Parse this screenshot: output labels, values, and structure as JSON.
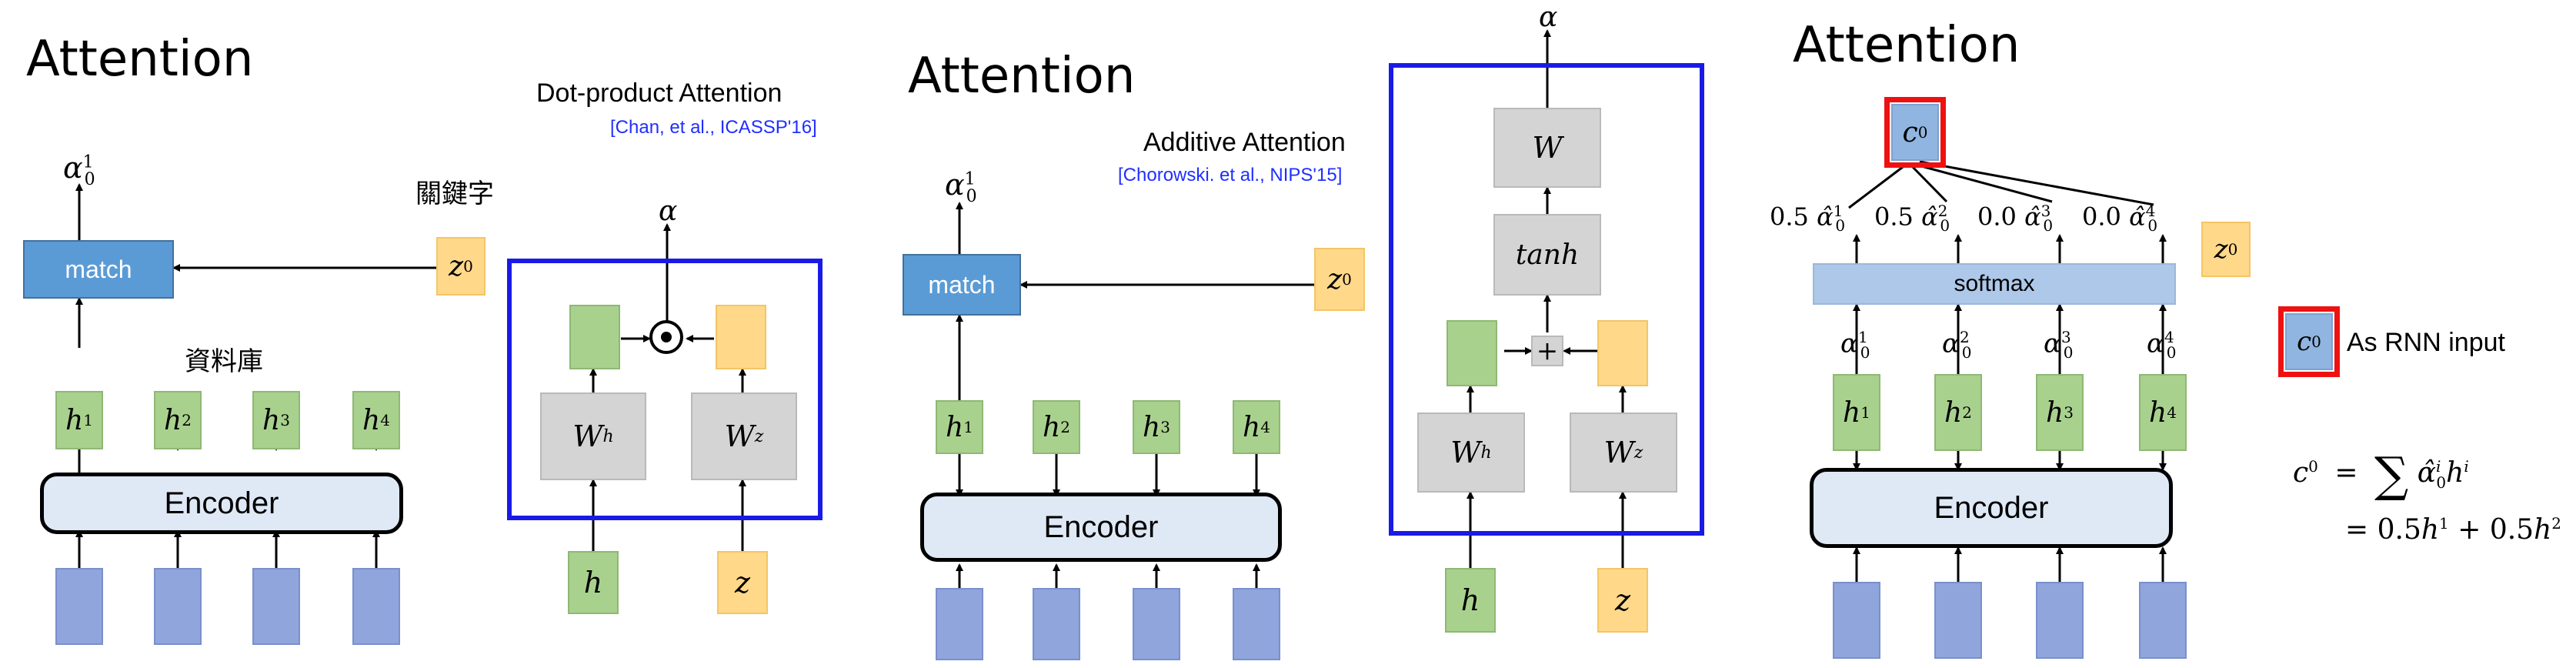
{
  "panel1": {
    "title": "Attention",
    "alpha_label": "α",
    "alpha_sup": "1",
    "alpha_sub": "0",
    "match_label": "match",
    "z_label": "z",
    "z_sup": "0",
    "query_cjk": "關鍵字",
    "db_cjk": "資料庫",
    "hidden": [
      {
        "b": "h",
        "s": "1"
      },
      {
        "b": "h",
        "s": "2"
      },
      {
        "b": "h",
        "s": "3"
      },
      {
        "b": "h",
        "s": "4"
      }
    ],
    "encoder_label": "Encoder"
  },
  "dot": {
    "title": "Dot-product Attention",
    "cite": "[Chan, et al., ICASSP'16]",
    "alpha": "α",
    "wh_b": "W",
    "wh_s": "h",
    "wz_b": "W",
    "wz_s": "z",
    "h": "h",
    "z": "z"
  },
  "panel2": {
    "title": "Attention",
    "alpha_label": "α",
    "alpha_sup": "1",
    "alpha_sub": "0",
    "match_label": "match",
    "z_label": "z",
    "z_sup": "0",
    "hidden": [
      {
        "b": "h",
        "s": "1"
      },
      {
        "b": "h",
        "s": "2"
      },
      {
        "b": "h",
        "s": "3"
      },
      {
        "b": "h",
        "s": "4"
      }
    ],
    "encoder_label": "Encoder"
  },
  "add": {
    "title": "Additive Attention",
    "cite": "[Chorowski. et al., NIPS'15]",
    "alpha": "α",
    "w": "W",
    "tanh": "tanh",
    "plus": "+",
    "wh_b": "W",
    "wh_s": "h",
    "wz_b": "W",
    "wz_s": "z",
    "h": "h",
    "z": "z"
  },
  "panel3": {
    "title": "Attention",
    "c_b": "c",
    "c_s": "0",
    "weights": [
      {
        "v": "0.5",
        "i": "1"
      },
      {
        "v": "0.5",
        "i": "2"
      },
      {
        "v": "0.0",
        "i": "3"
      },
      {
        "v": "0.0",
        "i": "4"
      }
    ],
    "hat_alpha": "α̂",
    "alpha": "α",
    "alpha_sub": "0",
    "softmax_label": "softmax",
    "z_label": "z",
    "z_sup": "0",
    "hidden": [
      {
        "b": "h",
        "s": "1"
      },
      {
        "b": "h",
        "s": "2"
      },
      {
        "b": "h",
        "s": "3"
      },
      {
        "b": "h",
        "s": "4"
      }
    ],
    "encoder_label": "Encoder",
    "legend_c_b": "c",
    "legend_c_s": "0",
    "legend_text": "As RNN input",
    "eq1_lhs_b": "c",
    "eq1_lhs_s": "0",
    "eq1_eq": "=",
    "eq1_sum": "∑",
    "eq1_term_b": "α̂",
    "eq1_term_sup": "i",
    "eq1_term_sub": "0",
    "eq1_h_b": "h",
    "eq1_h_s": "i",
    "eq2": "= 0.5",
    "eq2_h1_b": "h",
    "eq2_h1_s": "1",
    "eq2_plus": " + 0.5",
    "eq2_h2_b": "h",
    "eq2_h2_s": "2"
  }
}
